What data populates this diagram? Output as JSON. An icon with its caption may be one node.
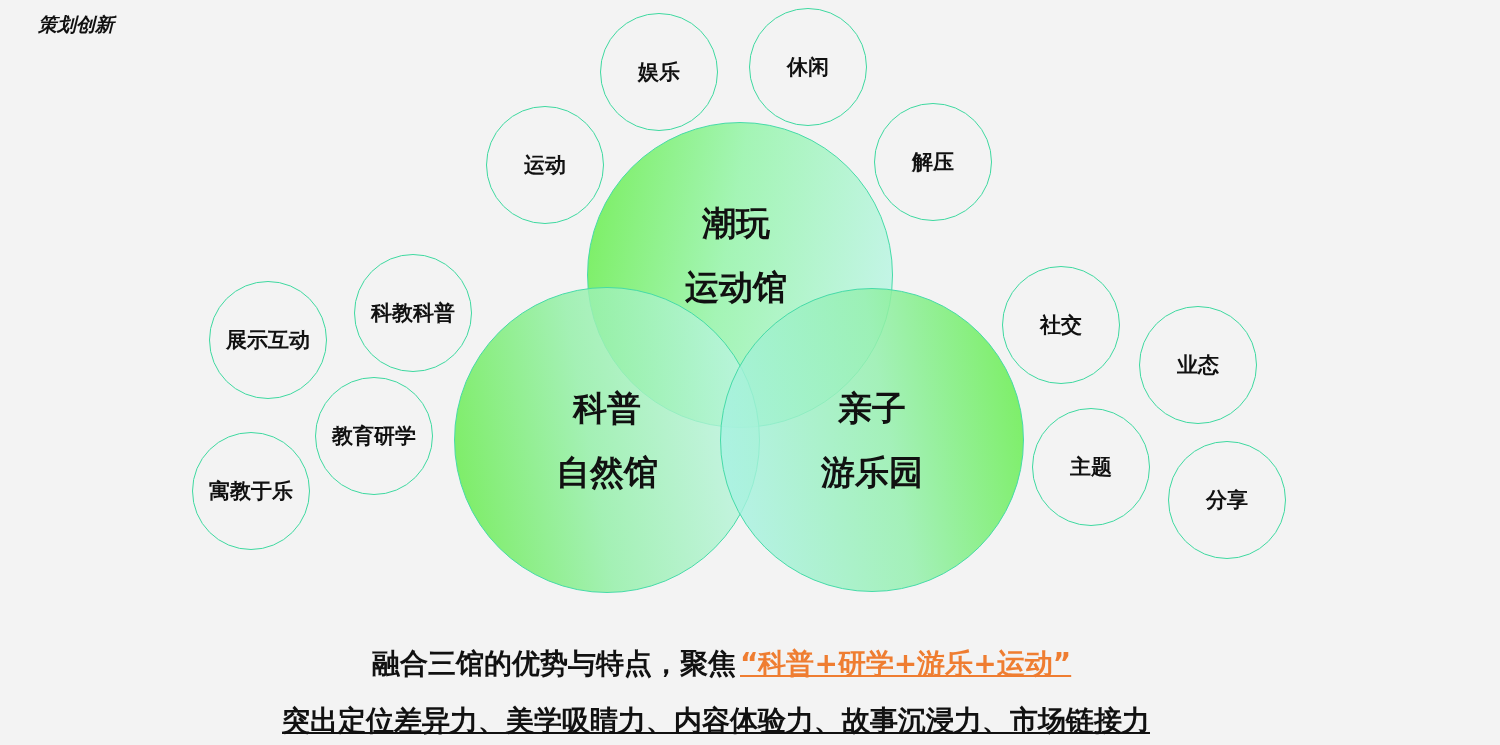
{
  "diagram": {
    "title": "策划创新",
    "nodes": [
      {
        "text": [
          "娱乐"
        ]
      },
      {
        "text": [
          "休闲"
        ]
      },
      {
        "text": [
          "运动"
        ]
      },
      {
        "text": [
          "解压"
        ]
      },
      {
        "text": [
          "潮玩",
          "运动馆"
        ]
      },
      {
        "text": [
          "科教科普"
        ]
      },
      {
        "text": [
          "展示互动"
        ]
      },
      {
        "text": [
          "社交"
        ]
      },
      {
        "text": [
          "业态"
        ]
      },
      {
        "text": [
          "科普",
          "自然馆"
        ]
      },
      {
        "text": [
          "亲子",
          "游乐园"
        ]
      },
      {
        "text": [
          "教育研学"
        ]
      },
      {
        "text": [
          "主题"
        ]
      },
      {
        "text": [
          "寓教于乐"
        ]
      },
      {
        "text": [
          "分享"
        ]
      }
    ],
    "labels": [
      "融合三馆的优势与特点，聚焦",
      "“科普+研学+游乐+运动”",
      "突出定位差异力、美学吸睛力、内容体验力、故事沉浸力、市场链接力"
    ]
  }
}
